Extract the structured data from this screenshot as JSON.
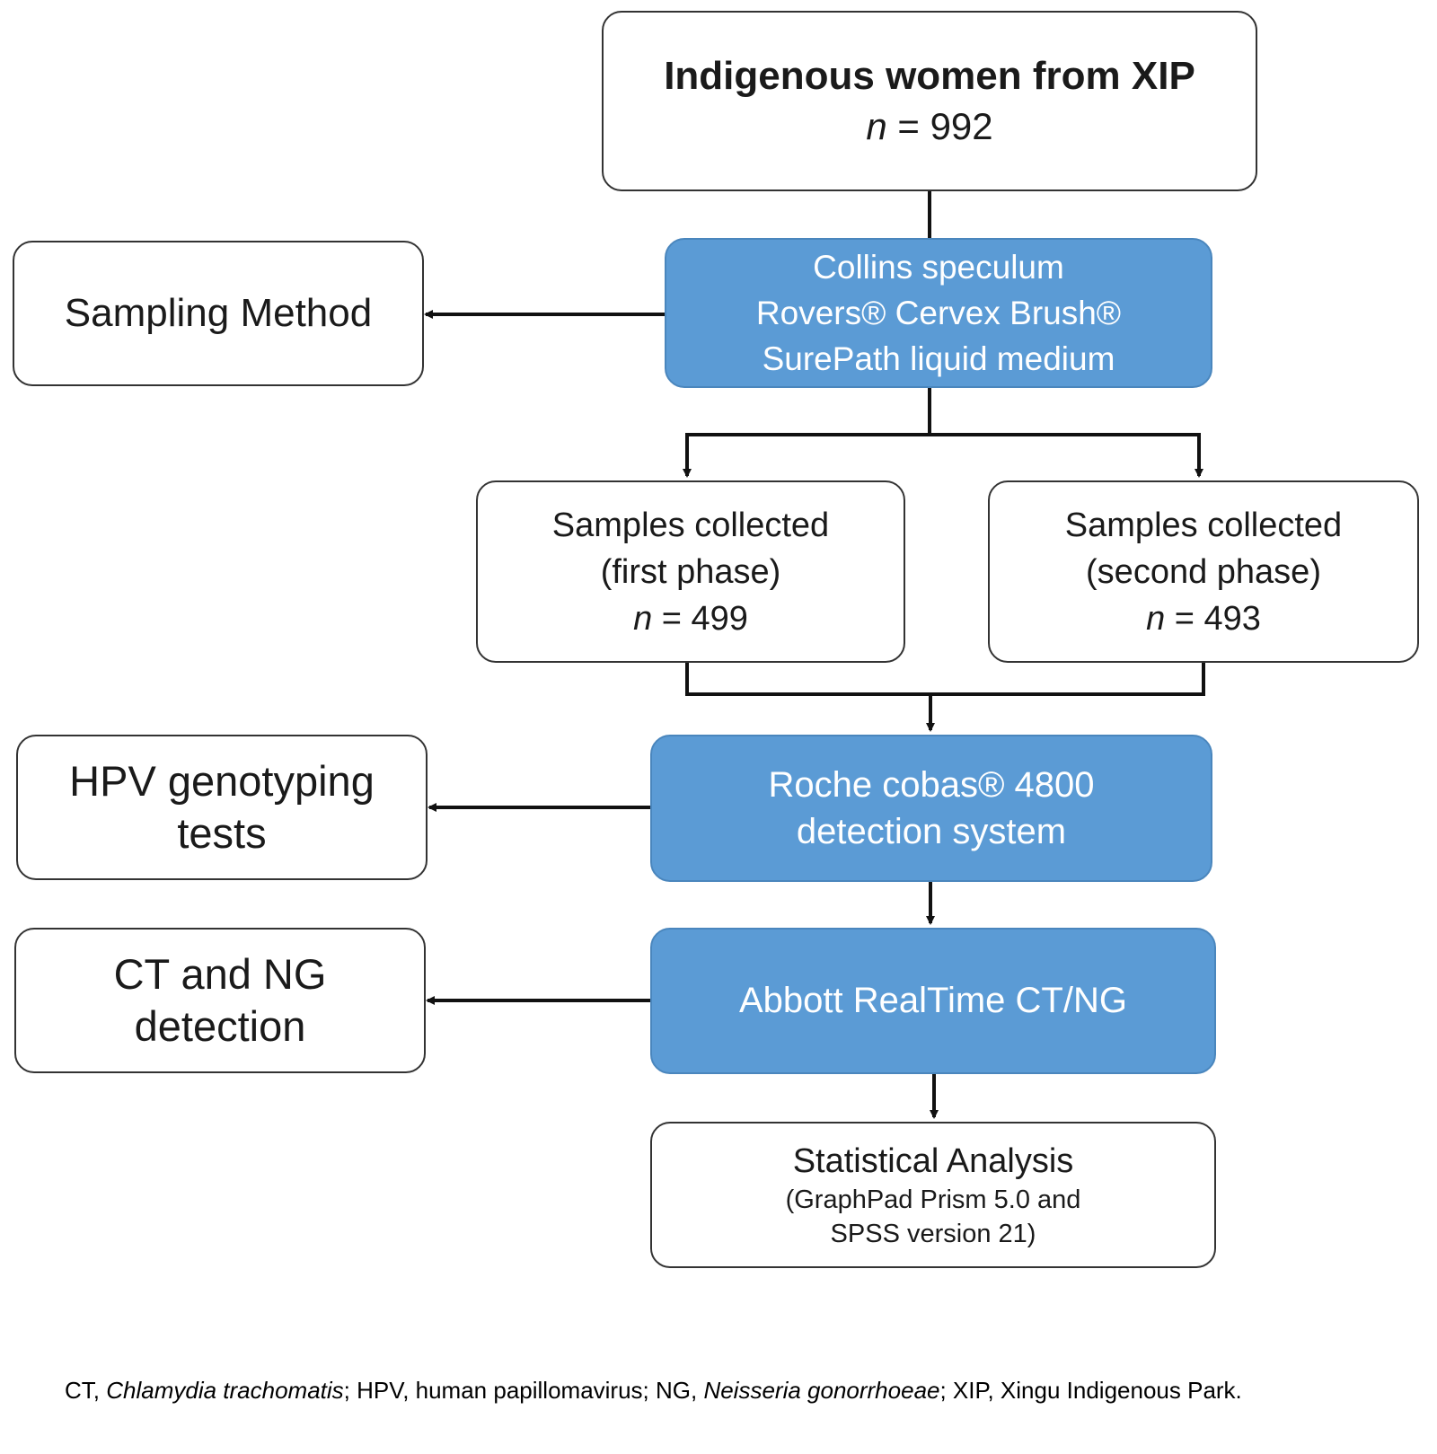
{
  "flow": {
    "top": {
      "title": "Indigenous women from XIP",
      "n_label": "n",
      "n_value": "= 992"
    },
    "sampling": {
      "lines": [
        "Collins speculum",
        "Rovers® Cervex Brush®",
        "SurePath liquid medium"
      ]
    },
    "sampling_side": {
      "label": "Sampling Method"
    },
    "phase1": {
      "line1": "Samples collected",
      "line2": "(first phase)",
      "n_label": "n",
      "n_value": "= 499"
    },
    "phase2": {
      "line1": "Samples collected",
      "line2": "(second phase)",
      "n_label": "n",
      "n_value": "= 493"
    },
    "roche": {
      "lines": [
        "Roche cobas® 4800",
        "detection system"
      ]
    },
    "hpv_side": {
      "lines": [
        "HPV genotyping",
        "tests"
      ]
    },
    "abbott": {
      "label": "Abbott RealTime CT/NG"
    },
    "ctng_side": {
      "lines": [
        "CT and NG",
        "detection"
      ]
    },
    "stats": {
      "title": "Statistical Analysis",
      "lines": [
        "(GraphPad Prism 5.0 and",
        "SPSS version 21)"
      ]
    }
  },
  "caption": {
    "parts": [
      "CT, ",
      "Chlamydia trachomatis",
      "; HPV, human papillomavirus; NG, ",
      "Neisseria gonorrhoeae",
      "; XIP, Xingu Indigenous Park."
    ]
  },
  "colors": {
    "process_fill": "#5b9bd5",
    "border": "#333333",
    "line": "#111111"
  }
}
